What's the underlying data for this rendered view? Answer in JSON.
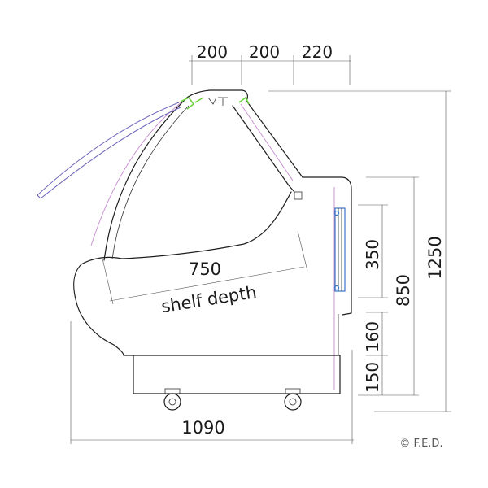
{
  "dimensions": {
    "top_1": "200",
    "top_2": "200",
    "top_3": "220",
    "total_height": "1250",
    "body_height": "850",
    "glass_height": "350",
    "panel_160": "160",
    "base_150": "150",
    "shelf_depth_value": "750",
    "shelf_depth_label": "shelf depth",
    "total_width": "1090"
  },
  "copyright": "© F.E.D.",
  "colors": {
    "outline": "#1e1e1e",
    "glass_pink": "#c68ad0",
    "glass_violet": "#6a63b8",
    "hinge_green": "#69d23b",
    "panel_blue": "#3a74c6"
  }
}
